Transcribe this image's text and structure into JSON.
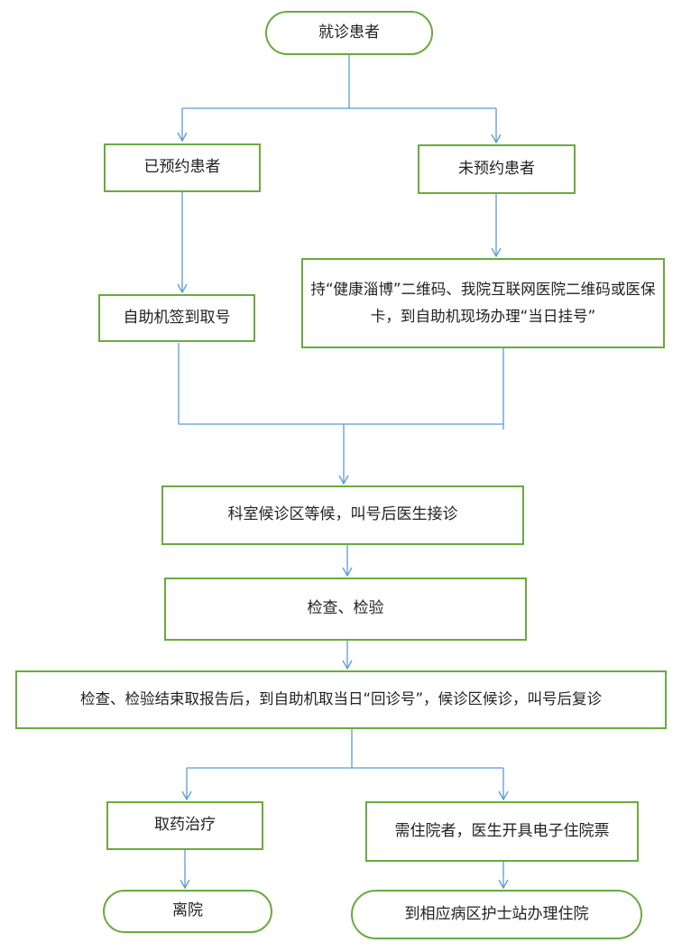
{
  "nodes": {
    "start": "就诊患者",
    "appointed": "已预约患者",
    "not_appointed": "未预约患者",
    "self_checkin": "自助机签到取号",
    "same_day_register": "持“健康淄博”二维码、我院互联网医院二维码或医保卡，到自助机现场办理“当日挂号”",
    "wait_department": "科室候诊区等候，叫号后医生接诊",
    "exam_test": "检查、检验",
    "return_visit": "检查、检验结束取报告后，到自助机取当日“回诊号”，候诊区候诊，叫号后复诊",
    "medicine_treatment": "取药治疗",
    "need_hospitalization": "需住院者，医生开具电子住院票",
    "leave_hospital": "离院",
    "admission": "到相应病区护士站办理住院"
  },
  "colors": {
    "node_border": "#6aaa3e",
    "connector": "#5b9bd5"
  }
}
